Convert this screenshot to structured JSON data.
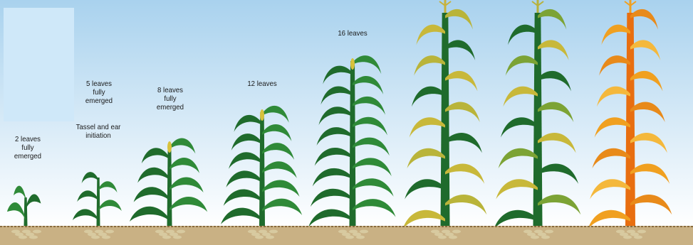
{
  "diagram": {
    "colors": {
      "sky_top": "#a9d2ee",
      "sky_bottom": "#ffffff",
      "ground": "#c9b184",
      "ground_line": "#8a6c3e",
      "roots": "#d8caa0",
      "leaf_green": "#1f6b2c",
      "leaf_green_light": "#2f8a38",
      "leaf_yellow": "#c8b83a",
      "leaf_orange": "#f0a020",
      "stalk_orange": "#e86e10"
    },
    "stages": [
      {
        "lines": [
          "2 leaves",
          "fully",
          "emerged"
        ]
      },
      {
        "lines": [
          "5 leaves",
          "fully",
          "emerged"
        ],
        "extra": [
          "Tassel and ear",
          "initiation"
        ]
      },
      {
        "lines": [
          "8 leaves",
          "fully",
          "emerged"
        ]
      },
      {
        "lines": [
          "12 leaves"
        ]
      },
      {
        "lines": [
          "16 leaves"
        ]
      }
    ]
  }
}
